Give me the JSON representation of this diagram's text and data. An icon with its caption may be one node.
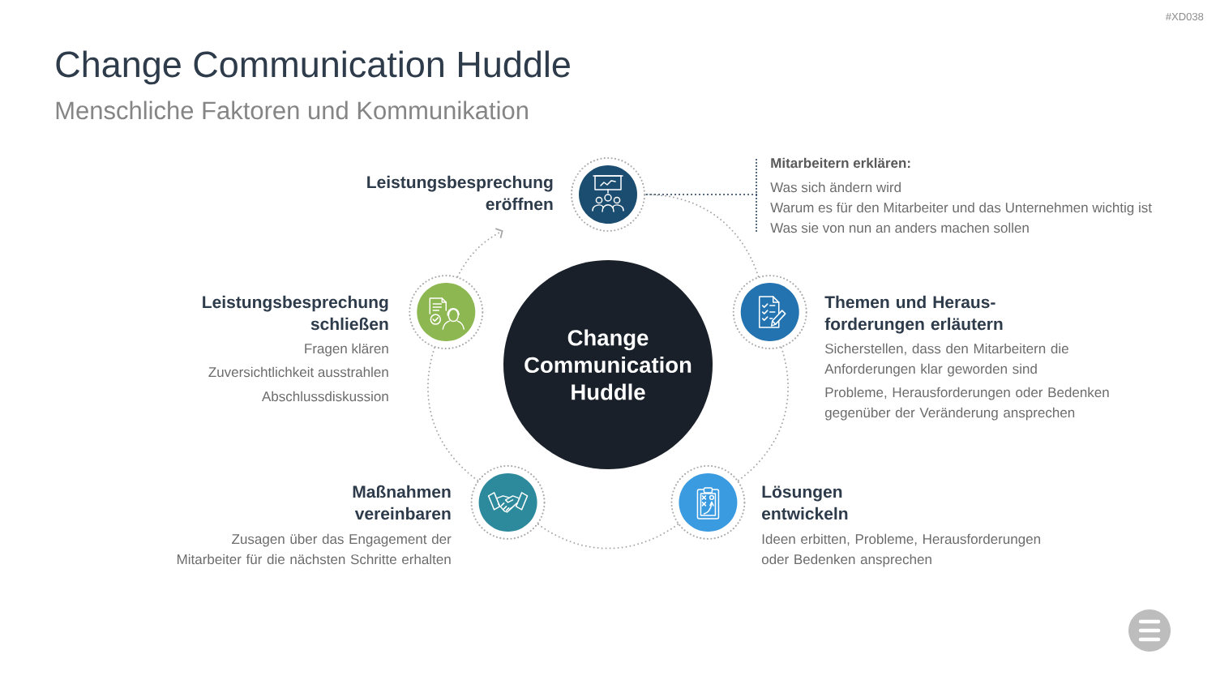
{
  "diagram": {
    "title": "Change Communication Huddle",
    "nodes": [
      {
        "text": [
          "Change Communication Huddle"
        ]
      },
      {
        "text": [
          "Leistungsbesprechung eröffnen"
        ]
      },
      {
        "text": [
          "Mitarbeitern erklären:",
          "Was sich ändern wird",
          "Warum es für den Mitarbeiter und das Unternehmen wichtig ist",
          "Was sie von nun an anders machen sollen"
        ]
      },
      {
        "text": [
          "Themen und Heraus- forderungen erläutern",
          "Sicherstellen, dass den Mitarbeitern die Anforderungen klar geworden sind",
          "Probleme, Herausforderungen oder Bedenken gegenüber der Veränderung ansprechen"
        ]
      },
      {
        "text": [
          "Lösungen entwickeln",
          "Ideen erbitten, Probleme, Herausforderungen oder Bedenken ansprechen"
        ]
      },
      {
        "text": [
          "Maßnahmen vereinbaren",
          "Zusagen über das Engagement der Mitarbeiter für die nächsten Schritte erhalten"
        ]
      },
      {
        "text": [
          "Leistungsbesprechung schließen",
          "Fragen klären",
          "Zuversichtlichkeit ausstrahlen",
          "Abschlussdiskussion"
        ]
      }
    ],
    "edges": [
      {
        "from": 2,
        "to": 1,
        "arrow": "none",
        "color": "#1f3b5c"
      },
      {
        "from": 1,
        "to": 3,
        "arrow": "none"
      },
      {
        "from": 3,
        "to": 4,
        "arrow": "none"
      },
      {
        "from": 4,
        "to": 5,
        "arrow": "none"
      },
      {
        "from": 5,
        "to": 6,
        "arrow": "none"
      },
      {
        "from": 6,
        "to": 1,
        "arrow": "to"
      }
    ],
    "labels": [
      "#XD038",
      "Menschliche Faktoren und Kommunikation"
    ]
  }
}
